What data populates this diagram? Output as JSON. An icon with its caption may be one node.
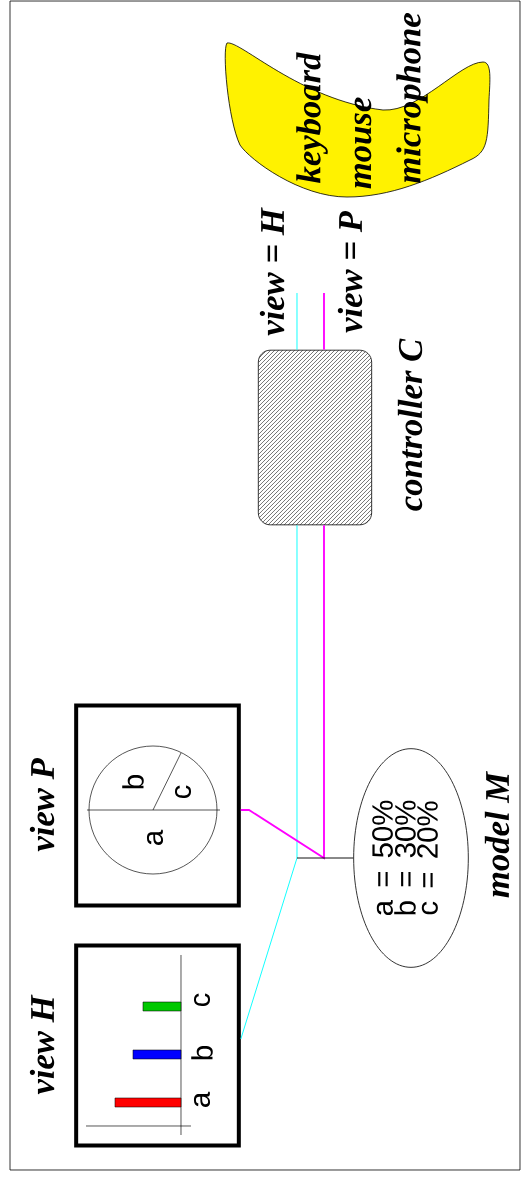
{
  "diagram": {
    "nodes": [
      {
        "text": [
          "view H"
        ]
      },
      {
        "text": [
          "view P"
        ]
      },
      {
        "text": [
          "model M",
          "a = 50% b = 30% c = 20%"
        ]
      },
      {
        "text": [
          "controller C"
        ]
      },
      {
        "text": [
          "keyboard",
          "mouse",
          "microphone"
        ]
      }
    ],
    "edges": [
      {
        "from": 0,
        "to": 3,
        "arrow": "none",
        "color": "#00ffff"
      },
      {
        "from": 3,
        "to": null,
        "arrow": "none",
        "color": "#00ffff",
        "label": "view = H"
      },
      {
        "from": 1,
        "to": 3,
        "arrow": "none",
        "color": "#ff00ff"
      },
      {
        "from": 3,
        "to": null,
        "arrow": "none",
        "color": "#ff00ff",
        "label": "view = P"
      },
      {
        "from": 2,
        "to": null,
        "arrow": "none",
        "color": "#000000"
      }
    ],
    "labels": [
      "a",
      "b",
      "c",
      "b",
      "c",
      "a"
    ]
  }
}
